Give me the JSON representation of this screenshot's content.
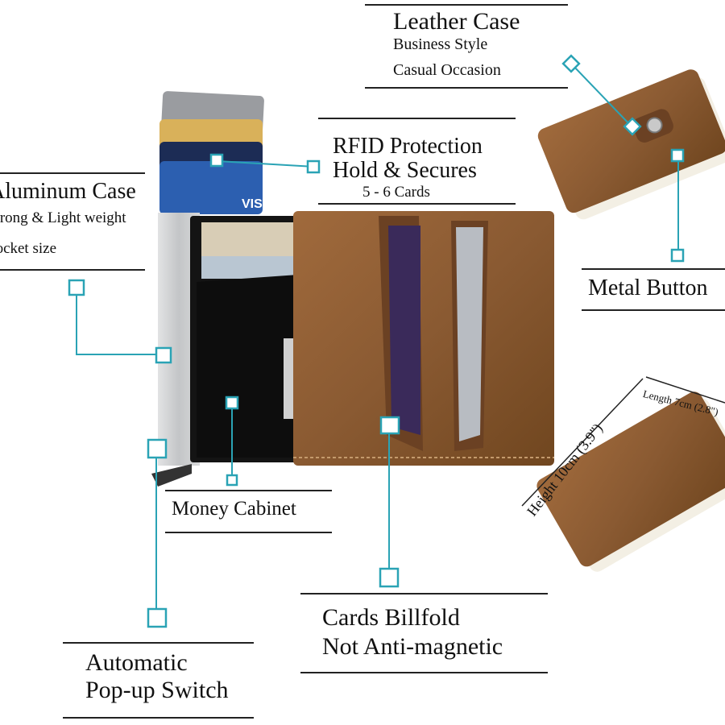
{
  "labels": {
    "leather_case": {
      "title": "Leather Case",
      "line1": "Business Style",
      "line2": "Casual Occasion"
    },
    "rfid": {
      "title": "RFID Protection",
      "line1": "Hold & Secures",
      "line2": "5 - 6 Cards"
    },
    "aluminum": {
      "title": "Aluminum Case",
      "line1": "Strong & Light weight",
      "line2": "Pocket size"
    },
    "metal_button": {
      "title": "Metal Button"
    },
    "money_cabinet": {
      "title": "Money Cabinet"
    },
    "billfold": {
      "line1": "Cards Billfold",
      "line2": "Not Anti-magnetic"
    },
    "popup": {
      "line1": "Automatic",
      "line2": "Pop-up Switch"
    },
    "dimensions": {
      "length": "Length 7cm (2.8\")",
      "height": "Height 10cm (3.9\")"
    }
  },
  "colors": {
    "callout": "#2aa3b5",
    "leather": "#8a5a32",
    "leather_dark": "#6b4123",
    "aluminum": "#c9cbcd",
    "black_panel": "#141414"
  }
}
